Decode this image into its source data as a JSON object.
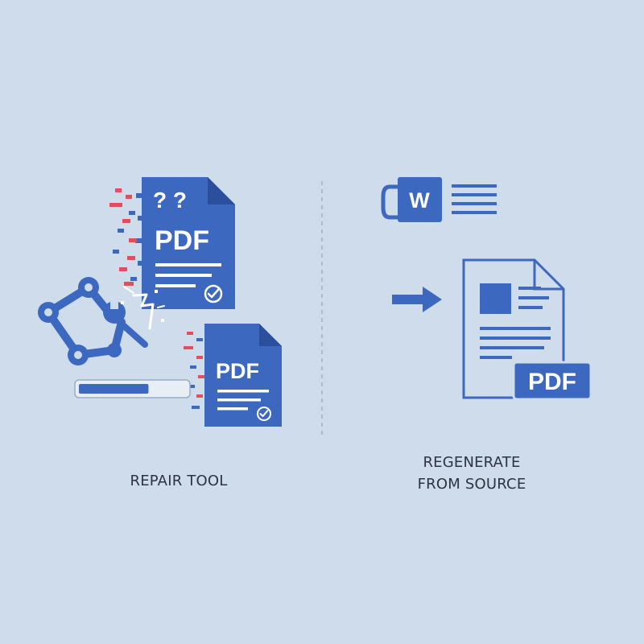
{
  "colors": {
    "background": "#cfdcec",
    "primary_blue": "#3d68c0",
    "dark_blue": "#2b4f9c",
    "red_fragment": "#e0505a",
    "white": "#ffffff",
    "divider": "#9fb0c8",
    "caption_text": "#2d3340"
  },
  "left_panel": {
    "broken_pdf": {
      "label": "PDF",
      "question_marks": "? ?"
    },
    "repaired_pdf": {
      "label": "PDF"
    },
    "progress": 0.65,
    "caption": "REPAIR TOOL"
  },
  "right_panel": {
    "word_icon_letter": "W",
    "output_pdf": {
      "label": "PDF"
    },
    "caption_lines": [
      "REGENERATE",
      "FROM SOURCE"
    ]
  },
  "icons": {
    "robot_arm": "robot-arm-icon",
    "spark": "spark-icon",
    "check": "check-icon",
    "arrow": "arrow-right-icon",
    "word": "word-doc-icon"
  }
}
